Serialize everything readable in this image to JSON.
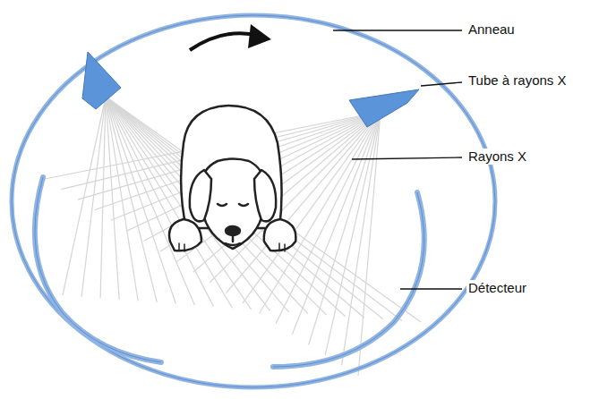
{
  "diagram": {
    "labels": [
      "Anneau",
      "Tube à rayons X",
      "Rayons X",
      "Détecteur"
    ]
  }
}
